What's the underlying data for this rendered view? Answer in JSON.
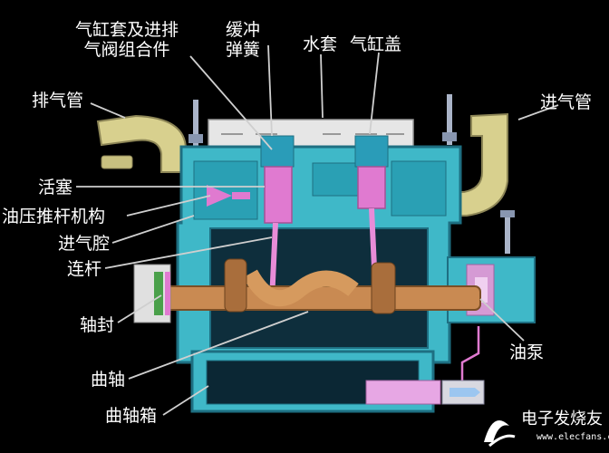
{
  "labels": {
    "cylinder_valve_assembly": "气缸套及进排\n气阀组合件",
    "buffer_spring": "缓冲\n弹簧",
    "water_jacket": "水套",
    "cylinder_head": "气缸盖",
    "exhaust_pipe": "排气管",
    "intake_pipe": "进气管",
    "piston": "活塞",
    "oil_pressure_mechanism": "油压推杆机构",
    "intake_chamber": "进气腔",
    "connecting_rod": "连杆",
    "shaft_seal": "轴封",
    "crankshaft": "曲轴",
    "crankcase": "曲轴箱",
    "oil_pump": "油泵"
  },
  "watermark": {
    "logo": "electronic-fan-logo",
    "text": "电子发烧友",
    "url": "www.elecfans.com"
  },
  "colors": {
    "background": "#000000",
    "casing": "#3fb8c8",
    "casing_dark": "#1e6f82",
    "pipe": "#d8d08e",
    "piston": "#e07ad0",
    "crank": "#c98a52",
    "leader": "#cfcfcf",
    "text": "#ffffff"
  }
}
